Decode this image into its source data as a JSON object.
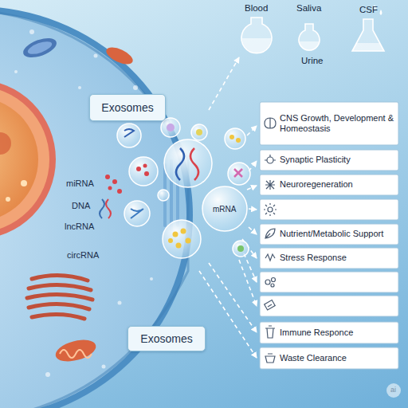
{
  "diagram": {
    "nodes": [
      {
        "text": [
          "Exosomes"
        ]
      },
      {
        "text": [
          "CNS Growth, Development & Homeostasis"
        ]
      },
      {
        "text": [
          "Synaptic Plasticity"
        ]
      },
      {
        "text": [
          "Neuroregeneration"
        ]
      },
      {
        "text": [
          "Nutrient/Metabolic Support"
        ]
      },
      {
        "text": [
          "Stress Response"
        ]
      },
      {
        "text": [
          "Exosomes"
        ]
      },
      {
        "text": [
          "Immune Responce"
        ]
      },
      {
        "text": [
          "Waste Clearance"
        ]
      }
    ],
    "labels": [
      "Blood",
      "Saliva",
      "Urine",
      "CSF",
      "miRNA",
      "DNA",
      "lncRNA",
      "circRNA",
      "mRNA",
      "ai"
    ]
  }
}
